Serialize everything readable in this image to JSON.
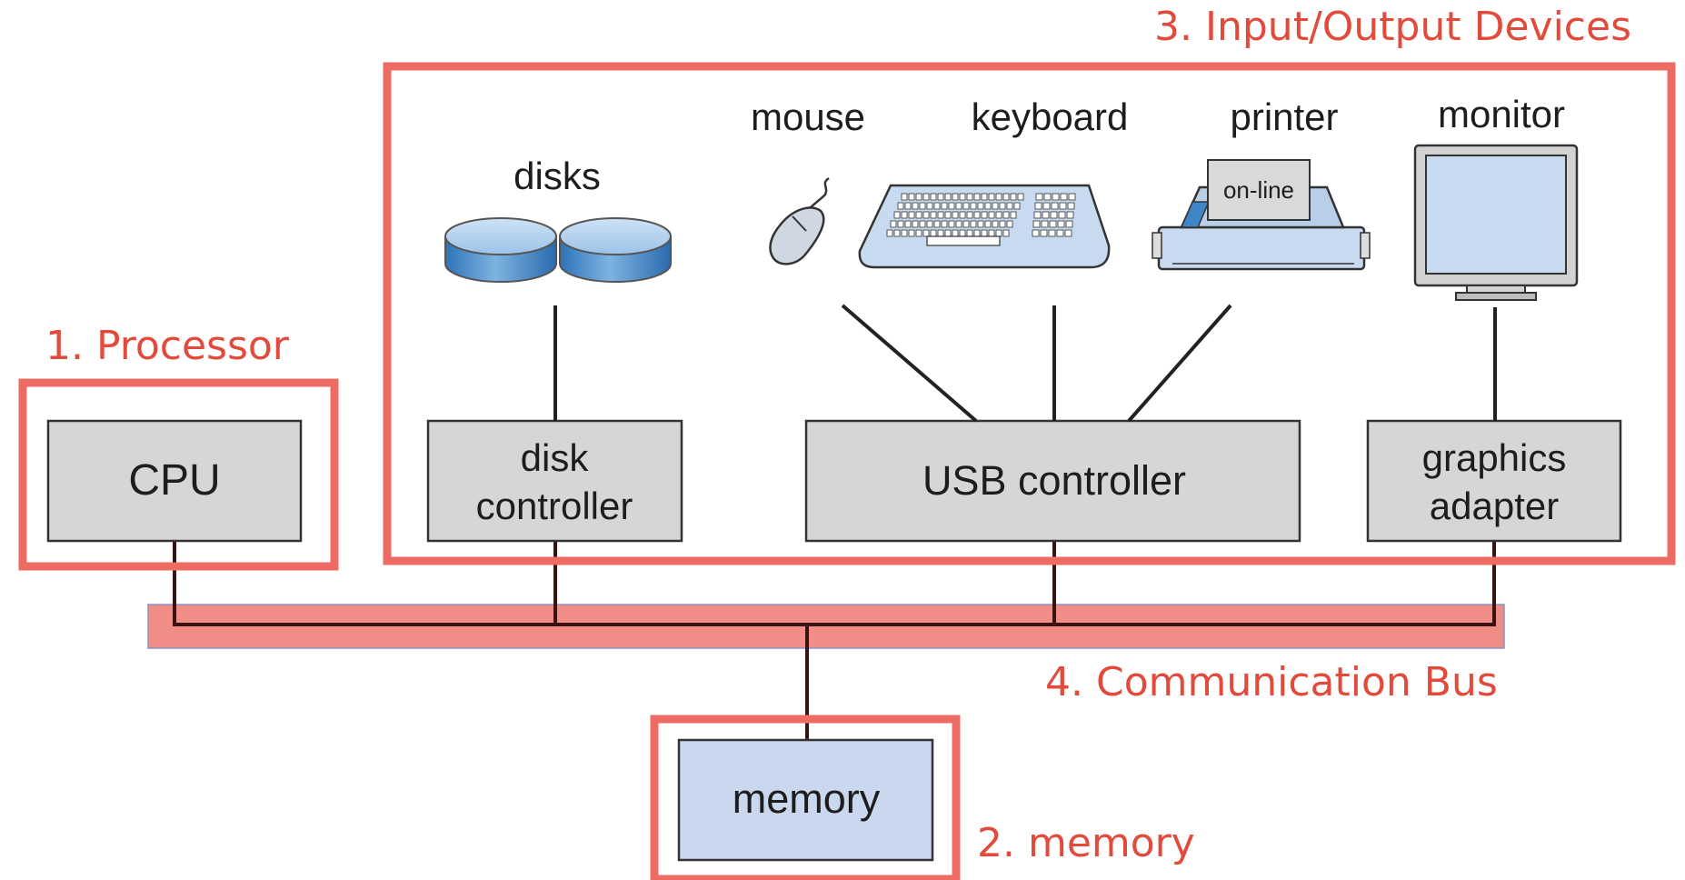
{
  "annotations": {
    "processor": "1. Processor",
    "memory": "2. memory",
    "io_devices": "3. Input/Output Devices",
    "bus": "4. Communication Bus"
  },
  "components": {
    "cpu": "CPU",
    "disk_controller_line1": "disk",
    "disk_controller_line2": "controller",
    "usb_controller": "USB controller",
    "graphics_adapter_line1": "graphics",
    "graphics_adapter_line2": "adapter",
    "memory": "memory"
  },
  "devices": {
    "disks": "disks",
    "mouse": "mouse",
    "keyboard": "keyboard",
    "printer": "printer",
    "printer_status": "on-line",
    "monitor": "monitor"
  },
  "colors": {
    "highlight": "#ee6b63",
    "annotation_text": "#e24a3b",
    "box_fill": "#d6d6d6",
    "memory_fill": "#c9d8ef",
    "device_blue": "#3f86c6",
    "device_light": "#c8daf0"
  }
}
